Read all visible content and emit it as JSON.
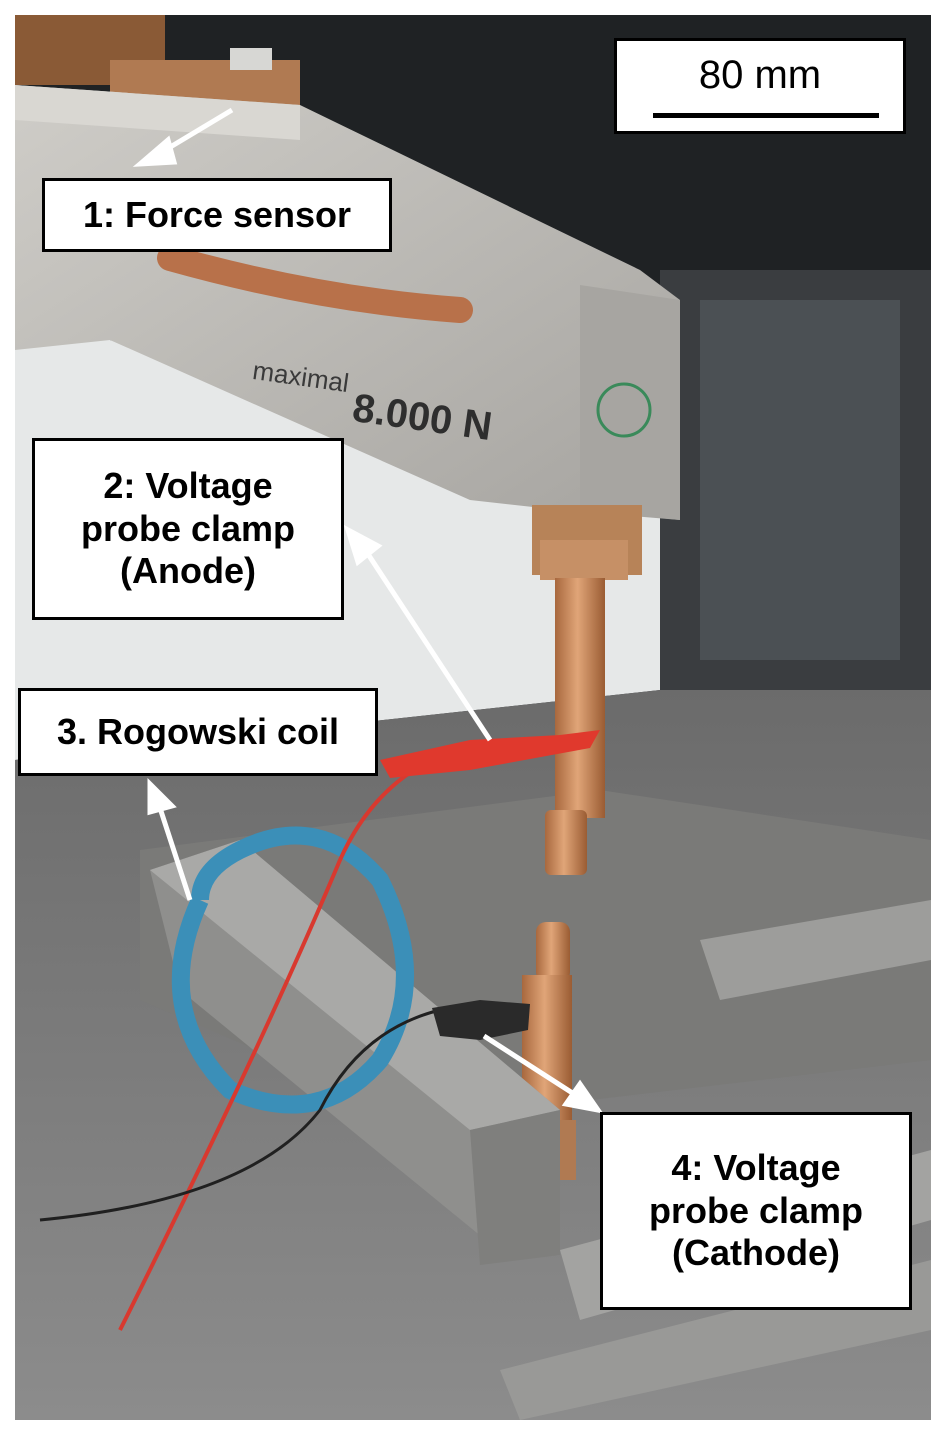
{
  "labels": {
    "force_sensor": "1: Force sensor",
    "anode": [
      "2: Voltage",
      "probe clamp",
      "(Anode)"
    ],
    "rogowski": "3. Rogowski coil",
    "cathode": [
      "4: Voltage",
      "probe clamp",
      "(Cathode)"
    ]
  },
  "scale_bar": {
    "text": "80 mm"
  },
  "engraving": {
    "word": "maximal",
    "value": "8.000 N"
  },
  "colors": {
    "copper": "#c98a5a",
    "aluminum": "#b9b7b2",
    "red_wire": "#d8392f",
    "blue_coil": "#3b8fb8",
    "background_dark": "#2a2a2a"
  }
}
